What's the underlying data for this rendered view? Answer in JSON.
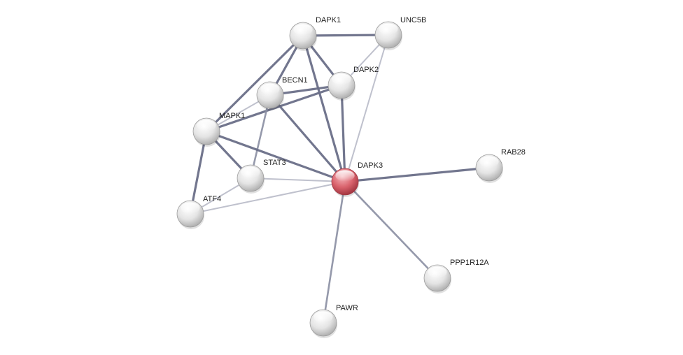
{
  "network": {
    "highlight_color": "#e05a66",
    "node_color": "#eeeeee",
    "nodes": [
      {
        "id": "DAPK1",
        "label": "DAPK1",
        "query": false
      },
      {
        "id": "UNC5B",
        "label": "UNC5B",
        "query": false
      },
      {
        "id": "DAPK2",
        "label": "DAPK2",
        "query": false
      },
      {
        "id": "BECN1",
        "label": "BECN1",
        "query": false
      },
      {
        "id": "MAPK1",
        "label": "MAPK1",
        "query": false
      },
      {
        "id": "STAT3",
        "label": "STAT3",
        "query": false
      },
      {
        "id": "DAPK3",
        "label": "DAPK3",
        "query": true
      },
      {
        "id": "ATF4",
        "label": "ATF4",
        "query": false
      },
      {
        "id": "RAB28",
        "label": "RAB28",
        "query": false
      },
      {
        "id": "PPP1R12A",
        "label": "PPP1R12A",
        "query": false
      },
      {
        "id": "PAWR",
        "label": "PAWR",
        "query": false
      }
    ],
    "edges": [
      {
        "source": "DAPK1",
        "target": "UNC5B",
        "strength": "strong"
      },
      {
        "source": "DAPK1",
        "target": "DAPK2",
        "strength": "strong"
      },
      {
        "source": "DAPK1",
        "target": "BECN1",
        "strength": "strong"
      },
      {
        "source": "DAPK1",
        "target": "MAPK1",
        "strength": "strong"
      },
      {
        "source": "DAPK1",
        "target": "DAPK3",
        "strength": "strong"
      },
      {
        "source": "UNC5B",
        "target": "DAPK2",
        "strength": "weak"
      },
      {
        "source": "UNC5B",
        "target": "DAPK3",
        "strength": "weak"
      },
      {
        "source": "DAPK2",
        "target": "BECN1",
        "strength": "strong"
      },
      {
        "source": "DAPK2",
        "target": "MAPK1",
        "strength": "strong"
      },
      {
        "source": "DAPK2",
        "target": "DAPK3",
        "strength": "strong"
      },
      {
        "source": "BECN1",
        "target": "MAPK1",
        "strength": "weak"
      },
      {
        "source": "BECN1",
        "target": "STAT3",
        "strength": "medium"
      },
      {
        "source": "BECN1",
        "target": "DAPK3",
        "strength": "strong"
      },
      {
        "source": "MAPK1",
        "target": "STAT3",
        "strength": "strong"
      },
      {
        "source": "MAPK1",
        "target": "ATF4",
        "strength": "strong"
      },
      {
        "source": "MAPK1",
        "target": "DAPK3",
        "strength": "strong"
      },
      {
        "source": "STAT3",
        "target": "DAPK3",
        "strength": "weak"
      },
      {
        "source": "STAT3",
        "target": "ATF4",
        "strength": "weak"
      },
      {
        "source": "ATF4",
        "target": "DAPK3",
        "strength": "weak"
      },
      {
        "source": "DAPK3",
        "target": "RAB28",
        "strength": "strong"
      },
      {
        "source": "DAPK3",
        "target": "PPP1R12A",
        "strength": "medium"
      },
      {
        "source": "DAPK3",
        "target": "PAWR",
        "strength": "medium"
      }
    ]
  }
}
